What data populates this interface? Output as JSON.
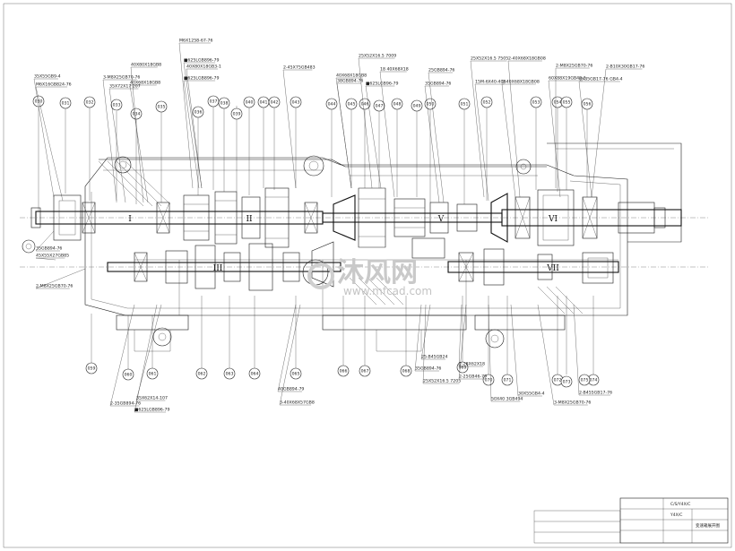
{
  "drawing": {
    "shaft_labels": [
      "I",
      "II",
      "III",
      "V",
      "VI",
      "VII"
    ],
    "bubbles_top": [
      "030",
      "031",
      "032",
      "033",
      "034",
      "035",
      "036",
      "037",
      "038",
      "039",
      "040",
      "041",
      "042",
      "043",
      "044",
      "045",
      "046",
      "047",
      "048",
      "049",
      "050",
      "051",
      "052",
      "053",
      "054",
      "055",
      "056"
    ],
    "bubbles_bottom": [
      "059",
      "060",
      "061",
      "062",
      "063",
      "064",
      "065",
      "066",
      "067",
      "068",
      "069",
      "070",
      "071",
      "072",
      "073",
      "074",
      "075"
    ],
    "callouts_top": [
      "M6X1258-67-76",
      "■625LGB896-79",
      "2-45X75GB483",
      "25X52X16.5 7009",
      "25X52X16.5 7505",
      "2-40X68X18GB08",
      "2-M8X25GB70-76",
      "2-B10X30GB17-76",
      "35X55GB9-4",
      "M6X16GB824-76",
      "3-M8X25GB70-76",
      "40X80X18GB8",
      "35X72X17 207",
      "40X68X18GB8",
      "40X80X18GB3-1",
      "■625LGB896-79",
      "40X68X18GB8",
      "38GB894-76",
      "■625LGB96-79",
      "35GB894-76",
      "25GB894-76",
      "18 40X68X18",
      "15M-6X40-408",
      "2-40X68X18GB08",
      "60X88X19GB49-1",
      "6X35GB17-76 GB4-4"
    ],
    "callouts_left": [
      "35GB894-76",
      "45X55X27GB85",
      "2-M8X25GB70-76"
    ],
    "callouts_bottom": [
      "2-35GB894-76",
      "■625LGB896-79",
      "35X62X14-107",
      "40GB894-79",
      "3-40X68X57GB8",
      "35GB894-76",
      "25X52X16.5 7205",
      "2-28X62X18",
      "2-25GB46-79",
      "50X40 3GB494",
      "30X55GB4-4",
      "3-M8X25GB70-76",
      "2-B455GB17-76",
      "25-B45GB24"
    ]
  },
  "watermark": {
    "text": "沐风网",
    "url": "www.mfcad.com"
  },
  "title_block": {
    "title": "C/S/Y4X/C",
    "subtitle": "Y4X/C",
    "name": "变速箱展开图"
  }
}
